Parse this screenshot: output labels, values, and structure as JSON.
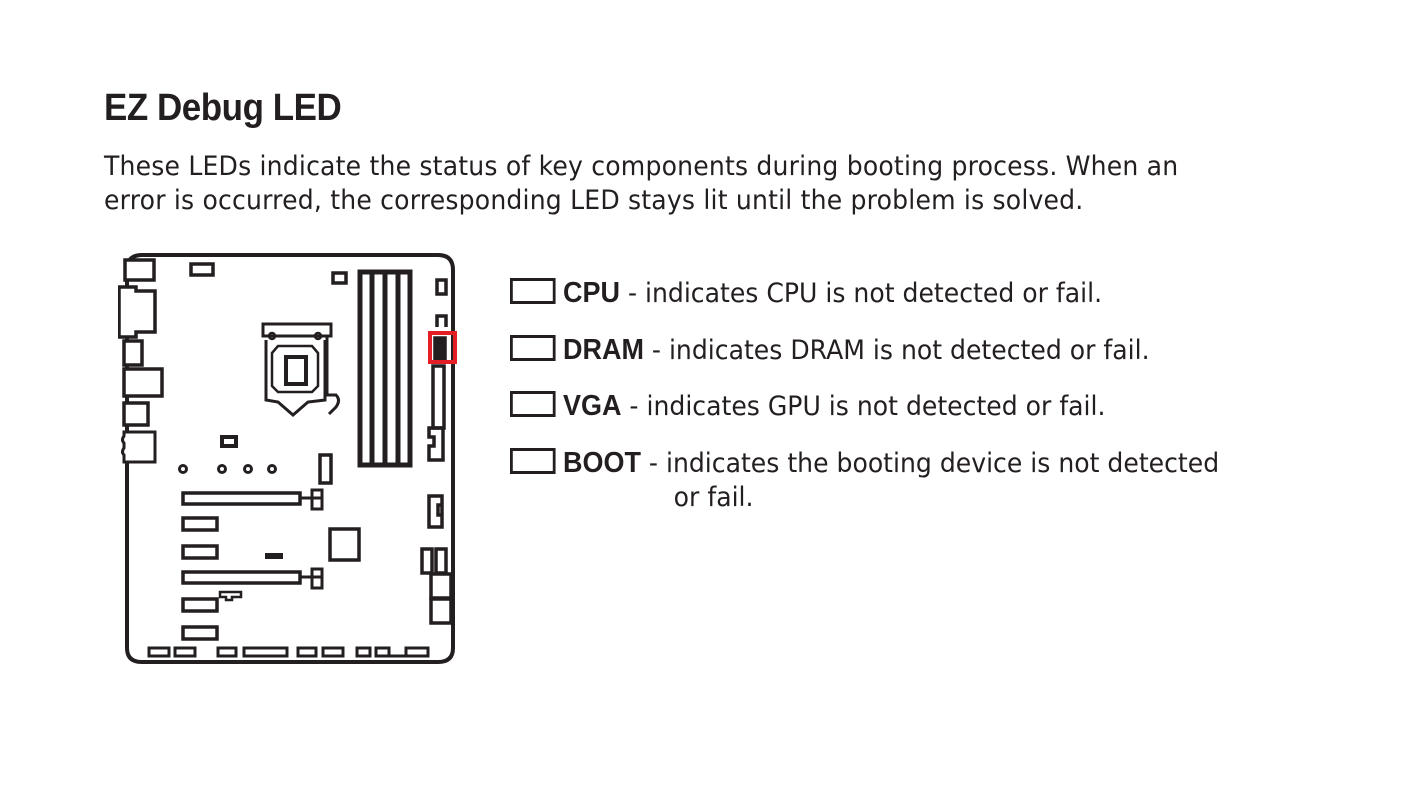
{
  "document": {
    "title": "EZ Debug LED",
    "intro_lines": [
      "These LEDs indicate the status of key components during booting process. When an",
      "error is occurred, the corresponding LED stays lit until the problem is solved."
    ]
  },
  "diagram": {
    "highlight_color": "#e31e24",
    "line_color": "#231f20",
    "highlighted_component": "EZ Debug LED"
  },
  "leds": [
    {
      "name": "CPU",
      "separator": " - ",
      "description": "indicates CPU is not detected or fail."
    },
    {
      "name": "DRAM",
      "separator": " - ",
      "description": "indicates DRAM is not detected or fail."
    },
    {
      "name": "VGA",
      "separator": " - ",
      "description": "indicates GPU is not detected or fail."
    },
    {
      "name": "BOOT",
      "separator": " - ",
      "description": "indicates the booting device is not detected",
      "description_cont": "or fail."
    }
  ]
}
